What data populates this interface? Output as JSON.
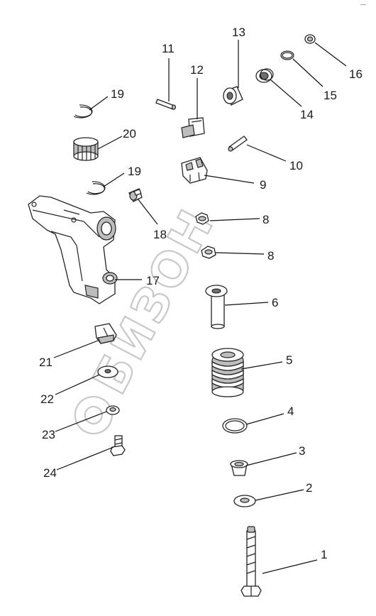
{
  "watermark": "БИЗОН",
  "corner_mark": "—",
  "callouts": [
    {
      "n": "1",
      "key": "1"
    },
    {
      "n": "2",
      "key": "2"
    },
    {
      "n": "3",
      "key": "3"
    },
    {
      "n": "4",
      "key": "4"
    },
    {
      "n": "5",
      "key": "5"
    },
    {
      "n": "6",
      "key": "6"
    },
    {
      "n": "8",
      "key": "8a"
    },
    {
      "n": "8",
      "key": "8b"
    },
    {
      "n": "9",
      "key": "9"
    },
    {
      "n": "10",
      "key": "10"
    },
    {
      "n": "11",
      "key": "11"
    },
    {
      "n": "12",
      "key": "12"
    },
    {
      "n": "13",
      "key": "13"
    },
    {
      "n": "14",
      "key": "14"
    },
    {
      "n": "15",
      "key": "15"
    },
    {
      "n": "16",
      "key": "16"
    },
    {
      "n": "17",
      "key": "17"
    },
    {
      "n": "18",
      "key": "18"
    },
    {
      "n": "19",
      "key": "19a"
    },
    {
      "n": "19",
      "key": "19b"
    },
    {
      "n": "20",
      "key": "20"
    },
    {
      "n": "21",
      "key": "21"
    },
    {
      "n": "22",
      "key": "22"
    },
    {
      "n": "23",
      "key": "23"
    },
    {
      "n": "24",
      "key": "24"
    }
  ]
}
